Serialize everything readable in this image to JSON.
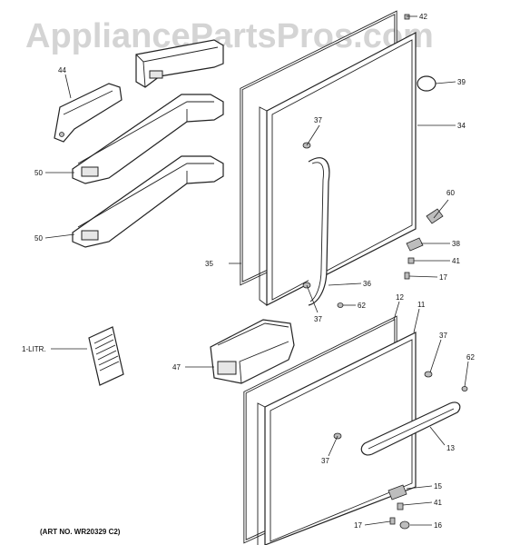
{
  "watermark": "AppliancePartsPros.com",
  "art_number": "(ART NO. WR20329 C2)",
  "callouts": {
    "c42": "42",
    "c39": "39",
    "c34": "34",
    "c37_top": "37",
    "c60": "60",
    "c38": "38",
    "c41_top": "41",
    "c17_top": "17",
    "c36": "36",
    "c62_top": "62",
    "c37_mid": "37",
    "c35": "35",
    "c44": "44",
    "c50_a": "50",
    "c50_b": "50",
    "c1litr": "1-LITR.",
    "c47": "47",
    "c12": "12",
    "c11": "11",
    "c37_right": "37",
    "c62_bottom": "62",
    "c13": "13",
    "c37_bottom": "37",
    "c15": "15",
    "c41_bottom": "41",
    "c17_bottom": "17",
    "c16": "16"
  }
}
